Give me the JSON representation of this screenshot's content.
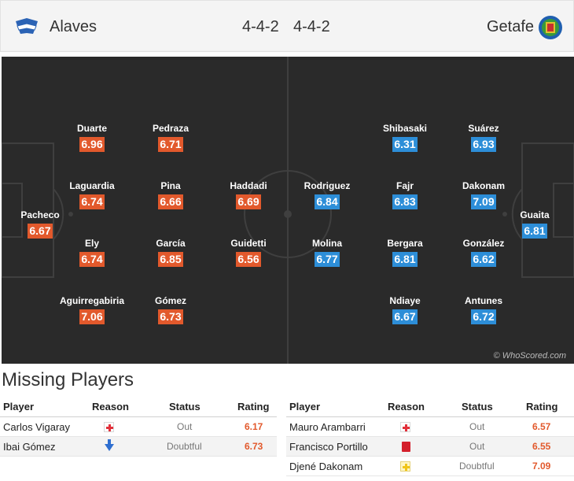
{
  "header": {
    "home_team": "Alaves",
    "away_team": "Getafe",
    "home_formation": "4-4-2",
    "away_formation": "4-4-2"
  },
  "pitch": {
    "watermark": "© WhoScored.com",
    "home_players": [
      {
        "name": "Pacheco",
        "rating": "6.67"
      },
      {
        "name": "Duarte",
        "rating": "6.96"
      },
      {
        "name": "Laguardia",
        "rating": "6.74"
      },
      {
        "name": "Ely",
        "rating": "6.74"
      },
      {
        "name": "Aguirregabiria",
        "rating": "7.06"
      },
      {
        "name": "Pedraza",
        "rating": "6.71"
      },
      {
        "name": "Pina",
        "rating": "6.66"
      },
      {
        "name": "García",
        "rating": "6.85"
      },
      {
        "name": "Gómez",
        "rating": "6.73"
      },
      {
        "name": "Haddadi",
        "rating": "6.69"
      },
      {
        "name": "Guidetti",
        "rating": "6.56"
      }
    ],
    "away_players": [
      {
        "name": "Rodriguez",
        "rating": "6.84"
      },
      {
        "name": "Molina",
        "rating": "6.77"
      },
      {
        "name": "Shibasaki",
        "rating": "6.31"
      },
      {
        "name": "Fajr",
        "rating": "6.83"
      },
      {
        "name": "Bergara",
        "rating": "6.81"
      },
      {
        "name": "Ndiaye",
        "rating": "6.67"
      },
      {
        "name": "Suárez",
        "rating": "6.93"
      },
      {
        "name": "Dakonam",
        "rating": "7.09"
      },
      {
        "name": "González",
        "rating": "6.62"
      },
      {
        "name": "Antunes",
        "rating": "6.72"
      },
      {
        "name": "Guaita",
        "rating": "6.81"
      }
    ]
  },
  "missing": {
    "title": "Missing Players",
    "columns": {
      "player": "Player",
      "reason": "Reason",
      "status": "Status",
      "rating": "Rating"
    },
    "home": [
      {
        "player": "Carlos Vigaray",
        "reason_icon": "injury-icon",
        "status": "Out",
        "rating": "6.17"
      },
      {
        "player": "Ibai Gómez",
        "reason_icon": "down-arrow-icon",
        "status": "Doubtful",
        "rating": "6.73"
      }
    ],
    "away": [
      {
        "player": "Mauro Arambarri",
        "reason_icon": "injury-icon",
        "status": "Out",
        "rating": "6.57"
      },
      {
        "player": "Francisco Portillo",
        "reason_icon": "red-card-icon",
        "status": "Out",
        "rating": "6.55"
      },
      {
        "player": "Djené Dakonam",
        "reason_icon": "doubtful-injury-icon",
        "status": "Doubtful",
        "rating": "7.09"
      }
    ]
  },
  "colors": {
    "home_rating": "#e2592c",
    "away_rating": "#2d8ed8",
    "pitch": "#2a2a2a"
  }
}
